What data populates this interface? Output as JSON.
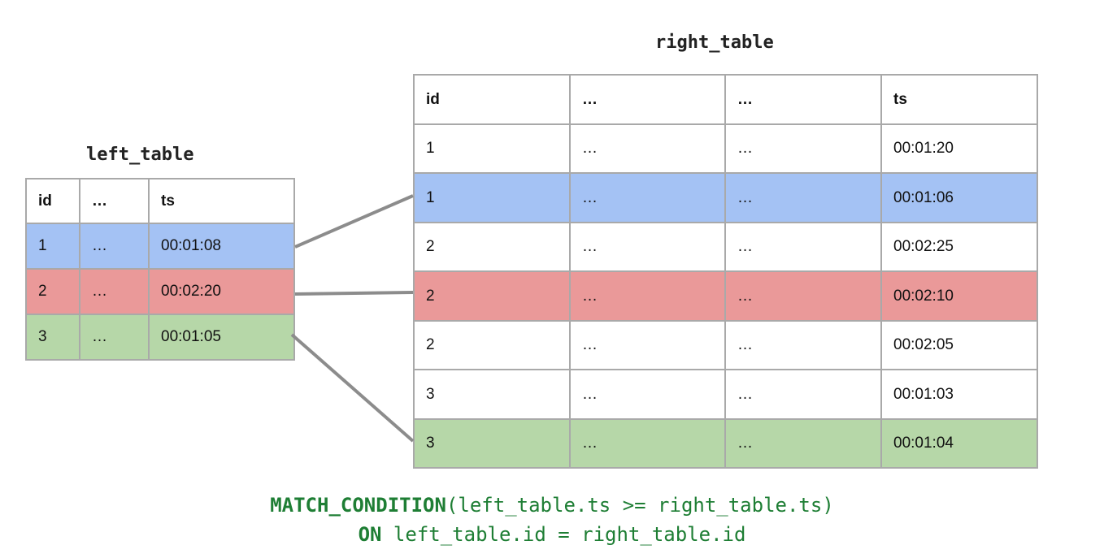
{
  "colors": {
    "blue": "#a4c2f4",
    "red": "#ea9999",
    "green": "#b6d7a8",
    "code": "#1e7e34",
    "connector": "#8c8c8c"
  },
  "left_table": {
    "title": "left_table",
    "headers": [
      "id",
      "…",
      "ts"
    ],
    "rows": [
      {
        "cells": [
          "1",
          "…",
          "00:01:08"
        ],
        "highlight": "blue"
      },
      {
        "cells": [
          "2",
          "…",
          "00:02:20"
        ],
        "highlight": "red"
      },
      {
        "cells": [
          "3",
          "…",
          "00:01:05"
        ],
        "highlight": "green"
      }
    ]
  },
  "right_table": {
    "title": "right_table",
    "headers": [
      "id",
      "…",
      "…",
      "ts"
    ],
    "rows": [
      {
        "cells": [
          "1",
          "…",
          "…",
          "00:01:20"
        ],
        "highlight": "none"
      },
      {
        "cells": [
          "1",
          "…",
          "…",
          "00:01:06"
        ],
        "highlight": "blue"
      },
      {
        "cells": [
          "2",
          "…",
          "…",
          "00:02:25"
        ],
        "highlight": "none"
      },
      {
        "cells": [
          "2",
          "…",
          "…",
          "00:02:10"
        ],
        "highlight": "red"
      },
      {
        "cells": [
          "2",
          "…",
          "…",
          "00:02:05"
        ],
        "highlight": "none"
      },
      {
        "cells": [
          "3",
          "…",
          "…",
          "00:01:03"
        ],
        "highlight": "none"
      },
      {
        "cells": [
          "3",
          "…",
          "…",
          "00:01:04"
        ],
        "highlight": "green"
      }
    ]
  },
  "code": {
    "line1_kw": "MATCH_CONDITION",
    "line1_rest": "(left_table.ts >= right_table.ts)",
    "line2_kw": "ON",
    "line2_rest": " left_table.id = right_table.id"
  }
}
